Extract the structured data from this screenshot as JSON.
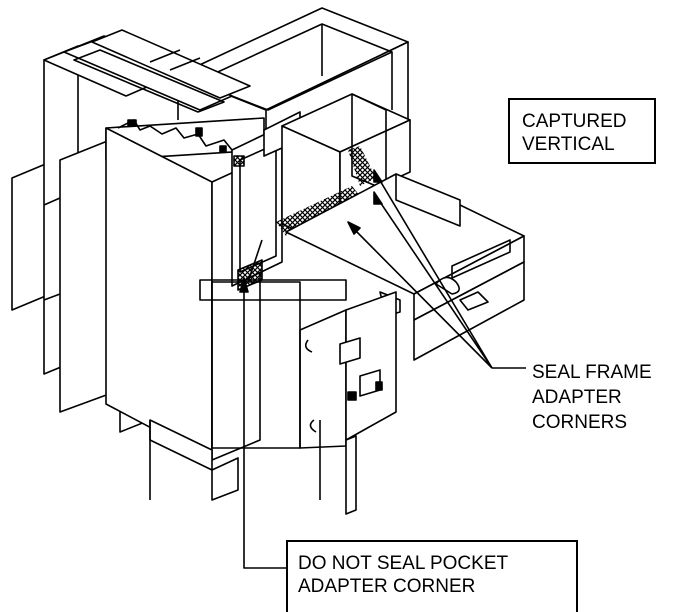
{
  "labels": {
    "captured_vertical": [
      "CAPTURED",
      "VERTICAL"
    ],
    "seal_frame": [
      "SEAL FRAME",
      "ADAPTER",
      "CORNERS"
    ],
    "do_not_seal": [
      "DO NOT SEAL POCKET",
      "ADAPTER CORNER"
    ]
  }
}
